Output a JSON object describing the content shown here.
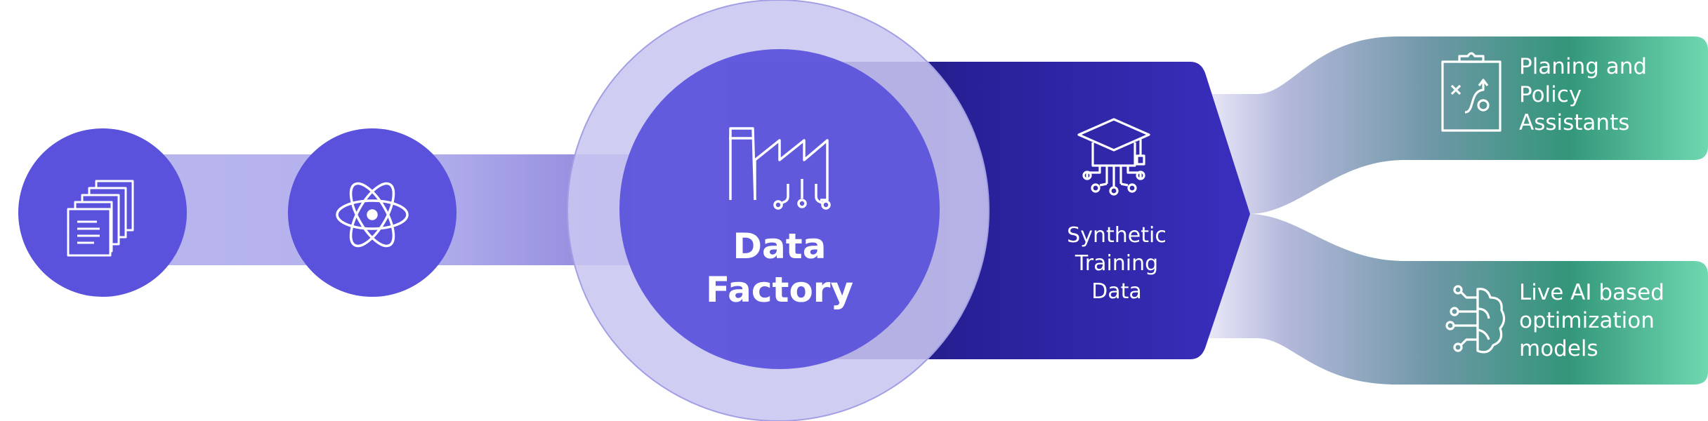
{
  "nodes": {
    "documents": {
      "icon": "documents-icon"
    },
    "atom": {
      "icon": "atom-icon"
    },
    "factory": {
      "icon": "factory-icon",
      "label_line1": "Data",
      "label_line2": "Factory"
    },
    "training": {
      "icon": "graduation-cap-circuit-icon",
      "label_line1": "Synthetic",
      "label_line2": "Training",
      "label_line3": "Data"
    }
  },
  "outputs": {
    "planning": {
      "icon": "clipboard-strategy-icon",
      "label_line1": "Planing and",
      "label_line2": "Policy",
      "label_line3": "Assistants"
    },
    "live_ai": {
      "icon": "brain-circuit-icon",
      "label_line1": "Live AI based",
      "label_line2": "optimization",
      "label_line3": "models"
    }
  },
  "colors": {
    "primary": "#5a52dc",
    "light_purple": "#b9b6ef",
    "halo": "#cfcdf3",
    "dark_navy": "#201a6e",
    "arrow_blue": "#3a2fbe",
    "green": "#3ba884",
    "mint": "#6fd8b0"
  }
}
